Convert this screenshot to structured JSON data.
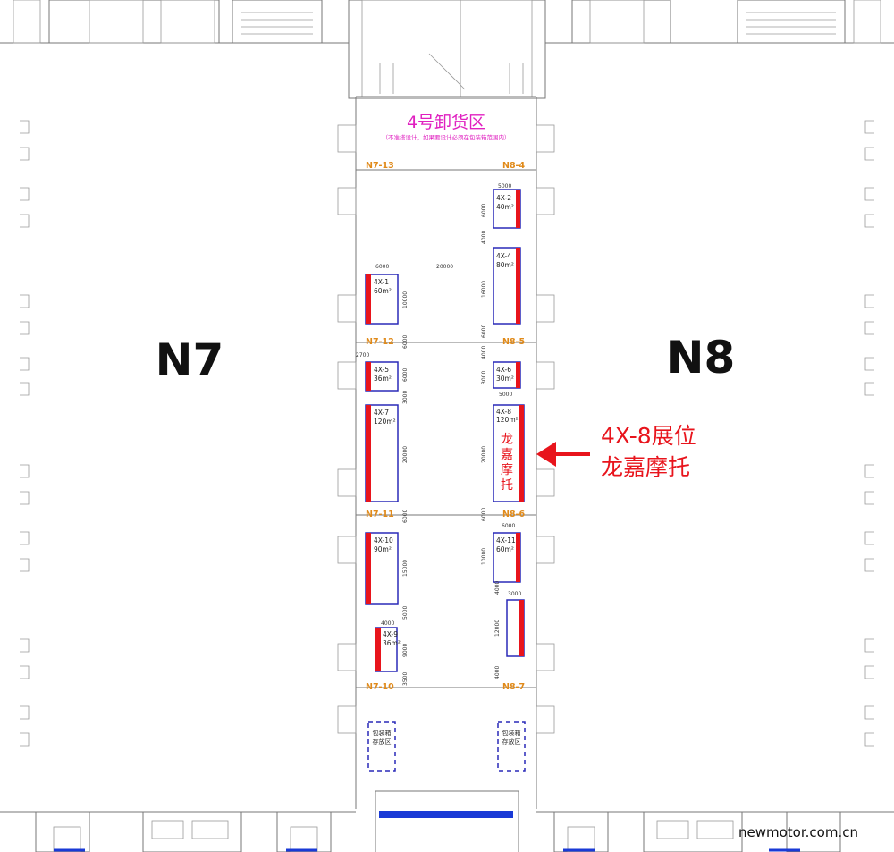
{
  "halls": {
    "left": "N7",
    "right": "N8"
  },
  "loading_area": {
    "title": "4号卸货区",
    "note": "（不准搭设计，如果要设计必须在包装箱范围内）"
  },
  "doors": {
    "n7_13": "N7-13",
    "n8_4": "N8-4",
    "n7_12": "N7-12",
    "n8_5": "N8-5",
    "n7_11": "N7-11",
    "n8_6": "N8-6",
    "n7_10": "N7-10",
    "n8_7": "N8-7"
  },
  "booths": {
    "b1": {
      "id": "4X-1",
      "area": "60m²"
    },
    "b2": {
      "id": "4X-2",
      "area": "40m²"
    },
    "b4": {
      "id": "4X-4",
      "area": "80m²"
    },
    "b5": {
      "id": "4X-5",
      "area": "36m²"
    },
    "b6": {
      "id": "4X-6",
      "area": "30m²"
    },
    "b7": {
      "id": "4X-7",
      "area": "120m²"
    },
    "b8": {
      "id": "4X-8",
      "area": "120m²",
      "exhibitor": [
        "龙",
        "嘉",
        "摩",
        "托"
      ]
    },
    "b9": {
      "id": "4X-9",
      "area": "36m²"
    },
    "b10": {
      "id": "4X-10",
      "area": "90m²"
    },
    "b11": {
      "id": "4X-11",
      "area": "60m²"
    }
  },
  "dimensions": {
    "d6000_a": "6000",
    "d20000_a": "20000",
    "d5000_a": "5000",
    "d6000_b": "6000",
    "d4000_a": "4000",
    "d16000": "16000",
    "d10000_a": "10000",
    "d6000_c": "6000",
    "d6000_d": "6000",
    "d4000_b": "4000",
    "d3000_a": "3000",
    "d6000_e": "6000",
    "d3000_b": "3000",
    "d5000_b": "5000",
    "d20000_b": "20000",
    "d20000_c": "20000",
    "d6000_f": "6000",
    "d6000_g": "6000",
    "d6000_h": "6000",
    "d15000": "15000",
    "d10000_b": "10000",
    "d4000_c": "4000",
    "d3000_c": "3000",
    "d12000": "12000",
    "d5000_c": "5000",
    "d4000_d": "4000",
    "d9000": "9000",
    "d3500": "3500",
    "d4000_e": "4000",
    "d2700": "2700"
  },
  "callout": {
    "line1": "4X-8展位",
    "line2": "龙嘉摩托"
  },
  "packing_area": {
    "left": [
      "包装箱",
      "存放区"
    ],
    "right": [
      "包装箱",
      "存放区"
    ]
  },
  "watermark": "newmotor.com.cn",
  "colors": {
    "booth_outline": "#2a2ab8",
    "booth_front": "#e8141c",
    "door_label": "#e08a1a",
    "loading_title": "#e020c0",
    "callout": "#e8141c",
    "entrance_bar": "#1a3ad6"
  }
}
